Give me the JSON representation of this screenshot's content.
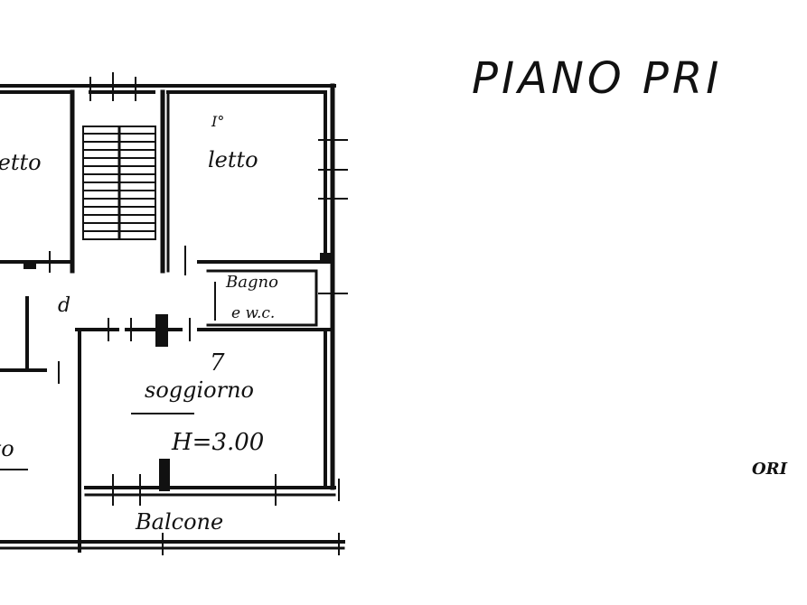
{
  "title": "PIANO PRI",
  "orientation_label": "ORI",
  "rooms": {
    "bedroom_left": "letto",
    "bedroom_right": "letto",
    "bedroom_right_index": "I°",
    "bathroom_line1": "Bagno",
    "bathroom_line2": "e w.c.",
    "hall_fragment": "d",
    "living_index": "7",
    "living": "soggiorno",
    "height": "H=3.00",
    "balcony": "Balcone",
    "bottom_left": "tto"
  }
}
